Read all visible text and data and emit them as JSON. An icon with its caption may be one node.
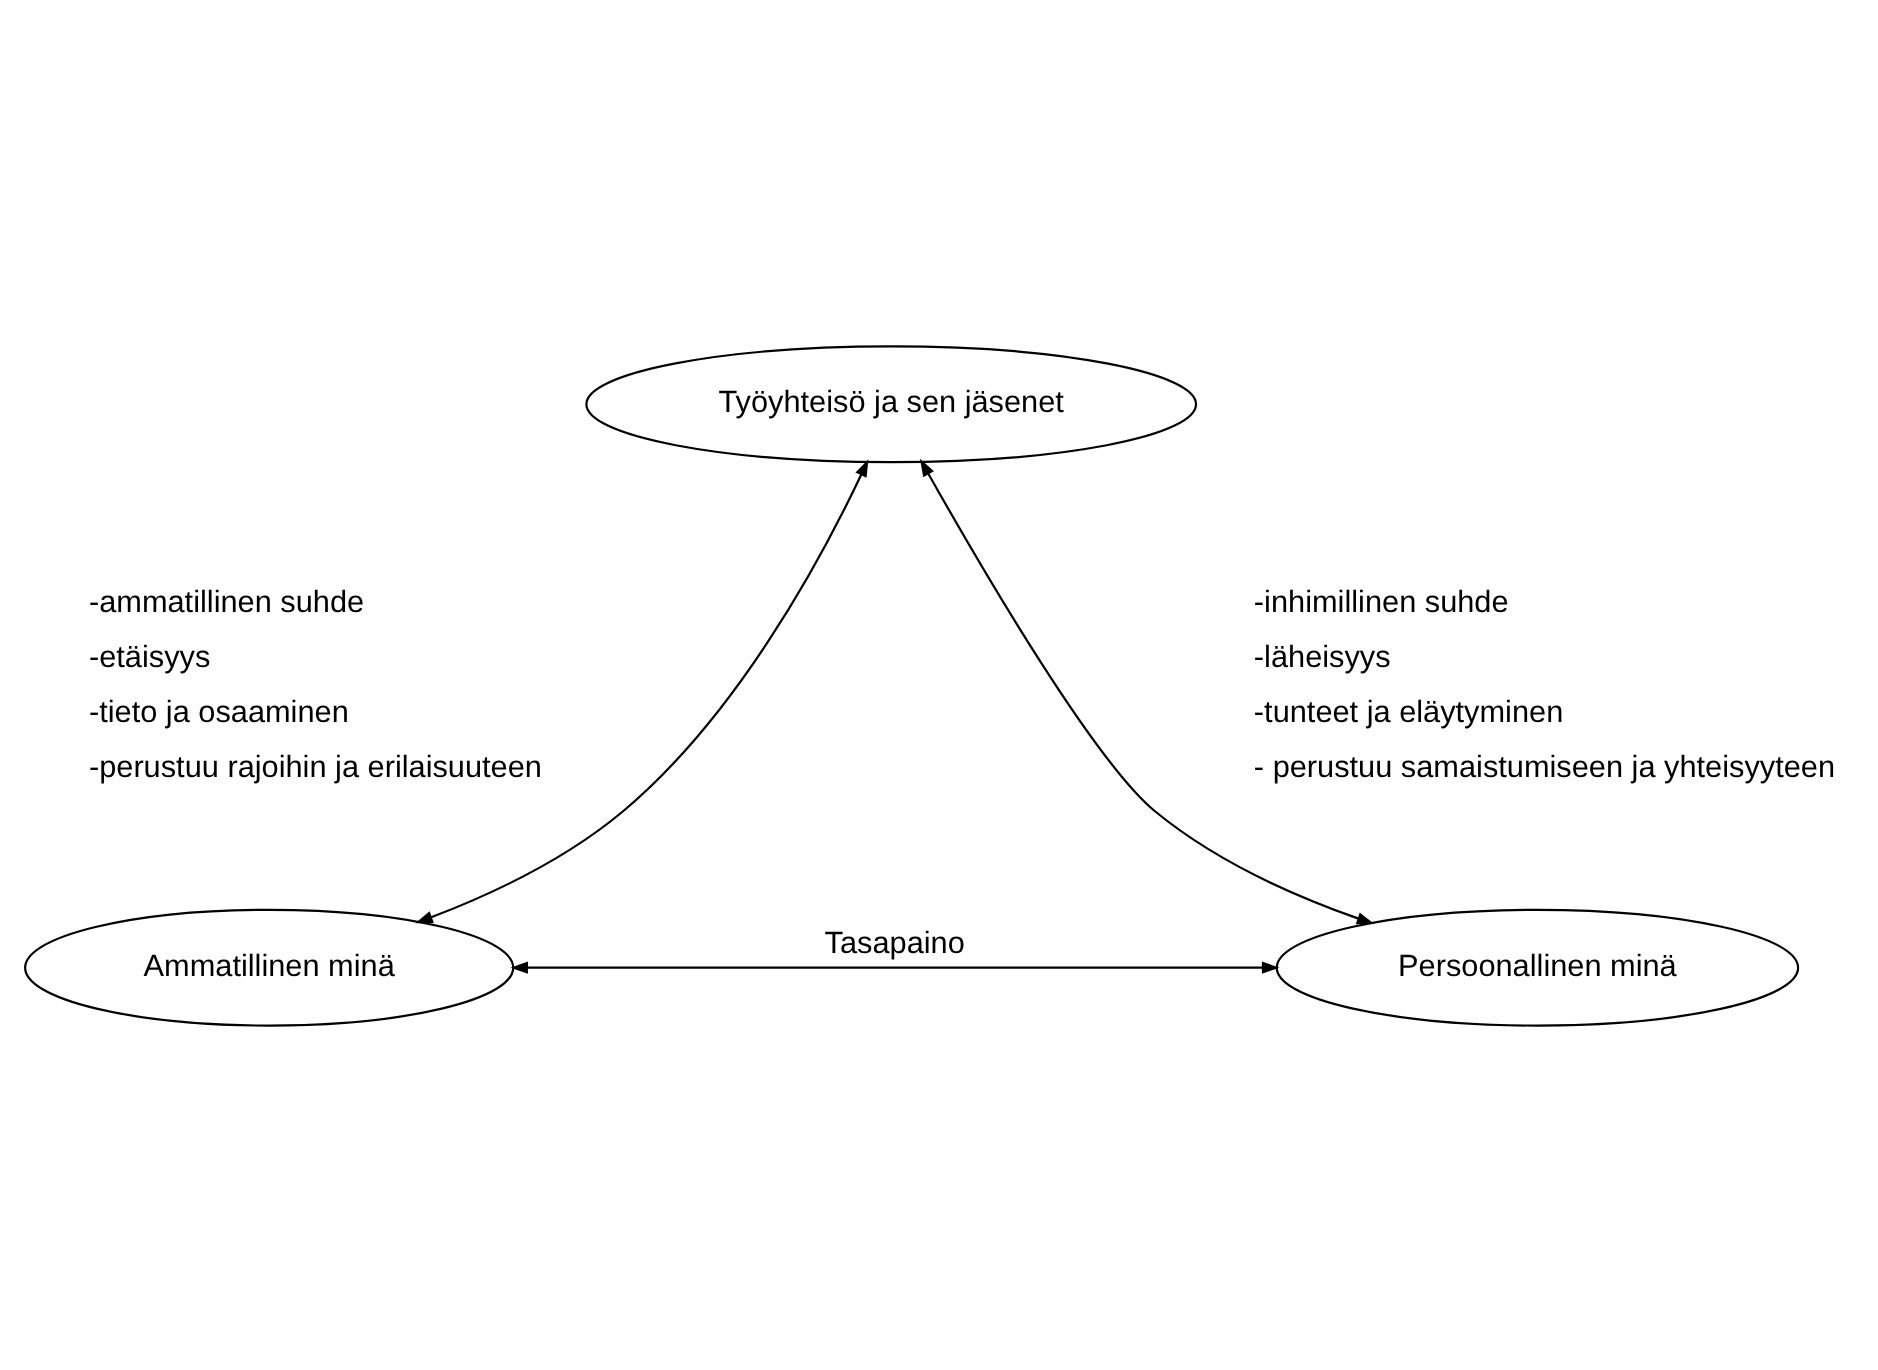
{
  "diagram": {
    "nodes": [
      {
        "text": [
          "Työyhteisö ja sen jäsenet"
        ]
      },
      {
        "text": [
          "Ammatillinen minä"
        ]
      },
      {
        "text": [
          "Persoonallinen minä"
        ]
      }
    ],
    "edges": [
      {
        "from": 0,
        "to": 1,
        "arrow": "both"
      },
      {
        "from": 0,
        "to": 2,
        "arrow": "both"
      },
      {
        "from": 1,
        "to": 2,
        "arrow": "both",
        "label": "Tasapaino"
      }
    ],
    "labels": [
      "-ammatillinen suhde",
      "-etäisyys",
      "-tieto ja osaaminen",
      "-perustuu rajoihin ja erilaisuuteen",
      "-inhimillinen suhde",
      "-läheisyys",
      "-tunteet ja eläytyminen",
      "- perustuu samaistumiseen ja yhteisyyteen"
    ]
  }
}
